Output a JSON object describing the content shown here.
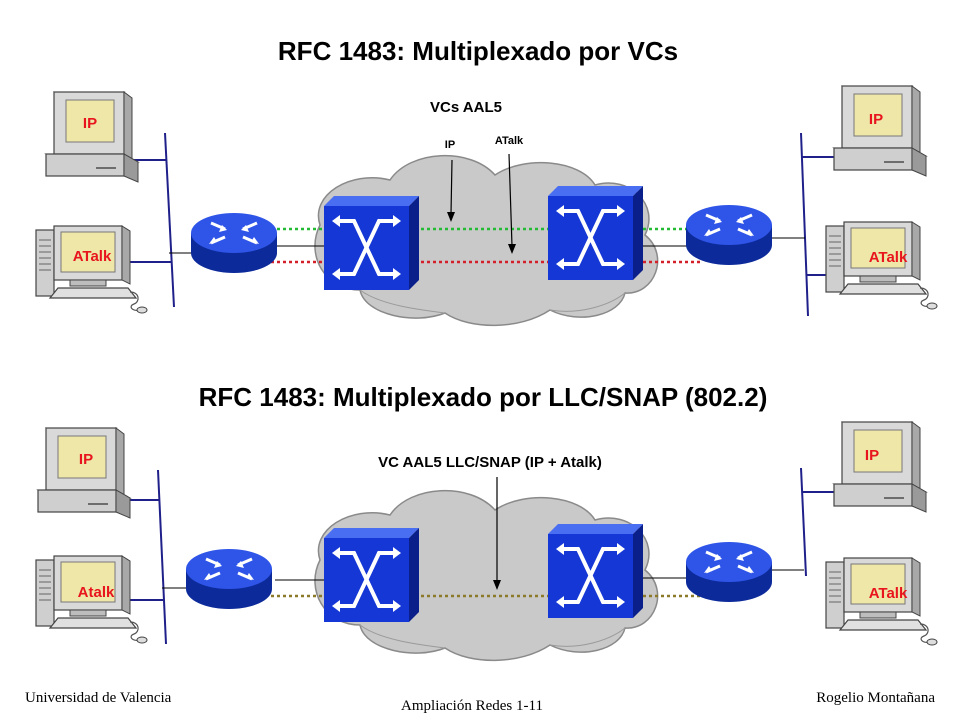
{
  "section1": {
    "title": "RFC 1483: Multiplexado por VCs",
    "vc_label": "VCs AAL5",
    "arrow_ip": "IP",
    "arrow_atalk": "ATalk",
    "left_ip": "IP",
    "left_atalk": "ATalk",
    "right_ip": "IP",
    "right_atalk": "ATalk"
  },
  "section2": {
    "title": "RFC 1483: Multiplexado por LLC/SNAP (802.2)",
    "vc_label": "VC AAL5 LLC/SNAP (IP + Atalk)",
    "left_ip": "IP",
    "left_atalk": "Atalk",
    "right_ip": "IP",
    "right_atalk": "ATalk"
  },
  "footer": {
    "left": "Universidad de Valencia",
    "center": "Ampliación Redes 1-11",
    "right": "Rogelio Montañana"
  },
  "colors": {
    "ip_link": "#22bb33",
    "atalk_link": "#d4202a",
    "combined_link": "#8a7a2a",
    "cloud": "#c8c8c8",
    "device_blue": "#1a3fd6",
    "lan_line": "#20208a"
  }
}
